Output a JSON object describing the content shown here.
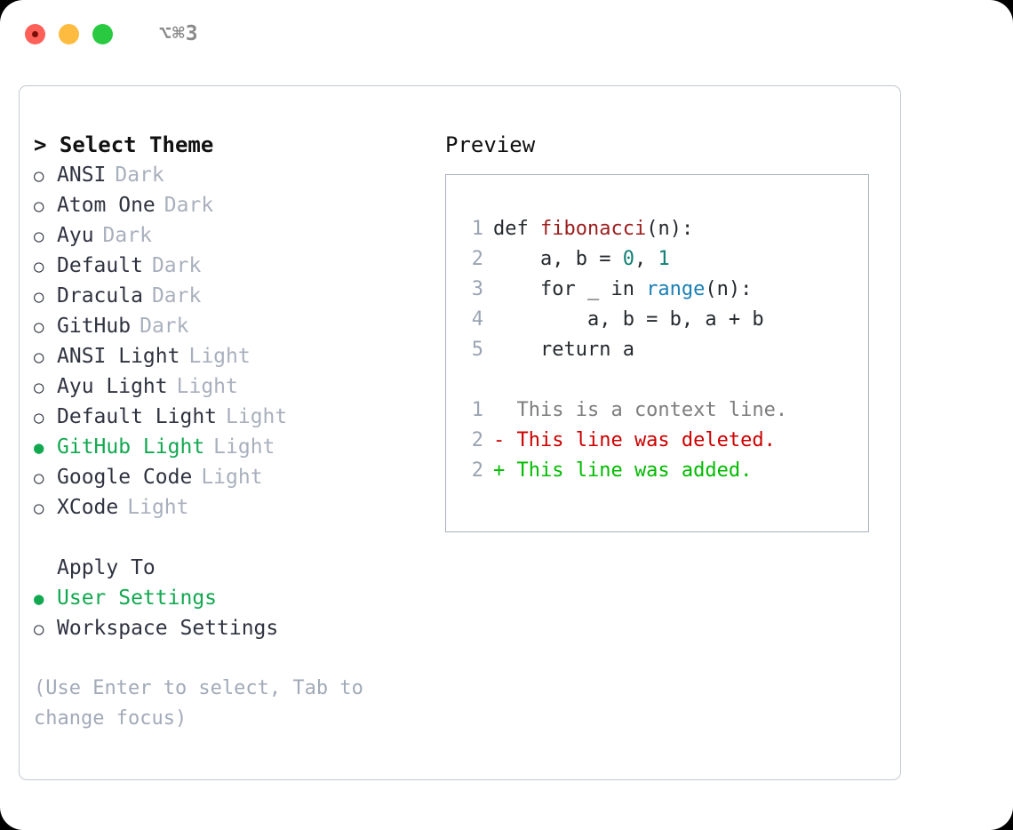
{
  "titlebar": {
    "shortcut": "⌥⌘3",
    "buttons": [
      "close",
      "minimize",
      "maximize"
    ]
  },
  "theme_picker": {
    "heading": "> Select Theme",
    "marker_selected": "●",
    "marker_unselected": "○",
    "options": [
      {
        "label": "ANSI",
        "badge": "Dark",
        "selected": false
      },
      {
        "label": "Atom One",
        "badge": "Dark",
        "selected": false
      },
      {
        "label": "Ayu",
        "badge": "Dark",
        "selected": false
      },
      {
        "label": "Default",
        "badge": "Dark",
        "selected": false
      },
      {
        "label": "Dracula",
        "badge": "Dark",
        "selected": false
      },
      {
        "label": "GitHub",
        "badge": "Dark",
        "selected": false
      },
      {
        "label": "ANSI Light",
        "badge": "Light",
        "selected": false
      },
      {
        "label": "Ayu Light",
        "badge": "Light",
        "selected": false
      },
      {
        "label": "Default Light",
        "badge": "Light",
        "selected": false
      },
      {
        "label": "GitHub Light",
        "badge": "Light",
        "selected": true
      },
      {
        "label": "Google Code",
        "badge": "Light",
        "selected": false
      },
      {
        "label": "XCode",
        "badge": "Light",
        "selected": false
      }
    ]
  },
  "apply_to": {
    "heading": "Apply To",
    "options": [
      {
        "label": "User Settings",
        "selected": true
      },
      {
        "label": "Workspace Settings",
        "selected": false
      }
    ]
  },
  "hint": "(Use Enter to select, Tab to change focus)",
  "preview": {
    "title": "Preview",
    "code": [
      {
        "n": "1",
        "segments": [
          {
            "t": "def ",
            "cls": ""
          },
          {
            "t": "fibonacci",
            "cls": "fn"
          },
          {
            "t": "(n):",
            "cls": ""
          }
        ]
      },
      {
        "n": "2",
        "segments": [
          {
            "t": "    a, b = ",
            "cls": ""
          },
          {
            "t": "0",
            "cls": "num"
          },
          {
            "t": ", ",
            "cls": ""
          },
          {
            "t": "1",
            "cls": "num"
          }
        ]
      },
      {
        "n": "3",
        "segments": [
          {
            "t": "    for _ in ",
            "cls": ""
          },
          {
            "t": "range",
            "cls": "call"
          },
          {
            "t": "(n):",
            "cls": ""
          }
        ]
      },
      {
        "n": "4",
        "segments": [
          {
            "t": "        a, b = b, a + b",
            "cls": ""
          }
        ]
      },
      {
        "n": "5",
        "segments": [
          {
            "t": "    return a",
            "cls": ""
          }
        ]
      }
    ],
    "diff": [
      {
        "n": "1",
        "text": "  This is a context line.",
        "cls": "d-ctx"
      },
      {
        "n": "2",
        "text": "- This line was deleted.",
        "cls": "d-del"
      },
      {
        "n": "2",
        "text": "+ This line was added.",
        "cls": "d-add"
      }
    ]
  },
  "colors": {
    "selected_green": "#12a850",
    "diff_added": "#00bb00",
    "diff_deleted": "#cc0000",
    "badge_gray": "#a9b0bd",
    "hint_gray": "#a2aab8",
    "panel_border": "#c4c9d2",
    "preview_border": "#aab2bf",
    "syntax_function": "#9b1c1c",
    "syntax_number": "#128075",
    "syntax_call": "#1a7fb5"
  }
}
